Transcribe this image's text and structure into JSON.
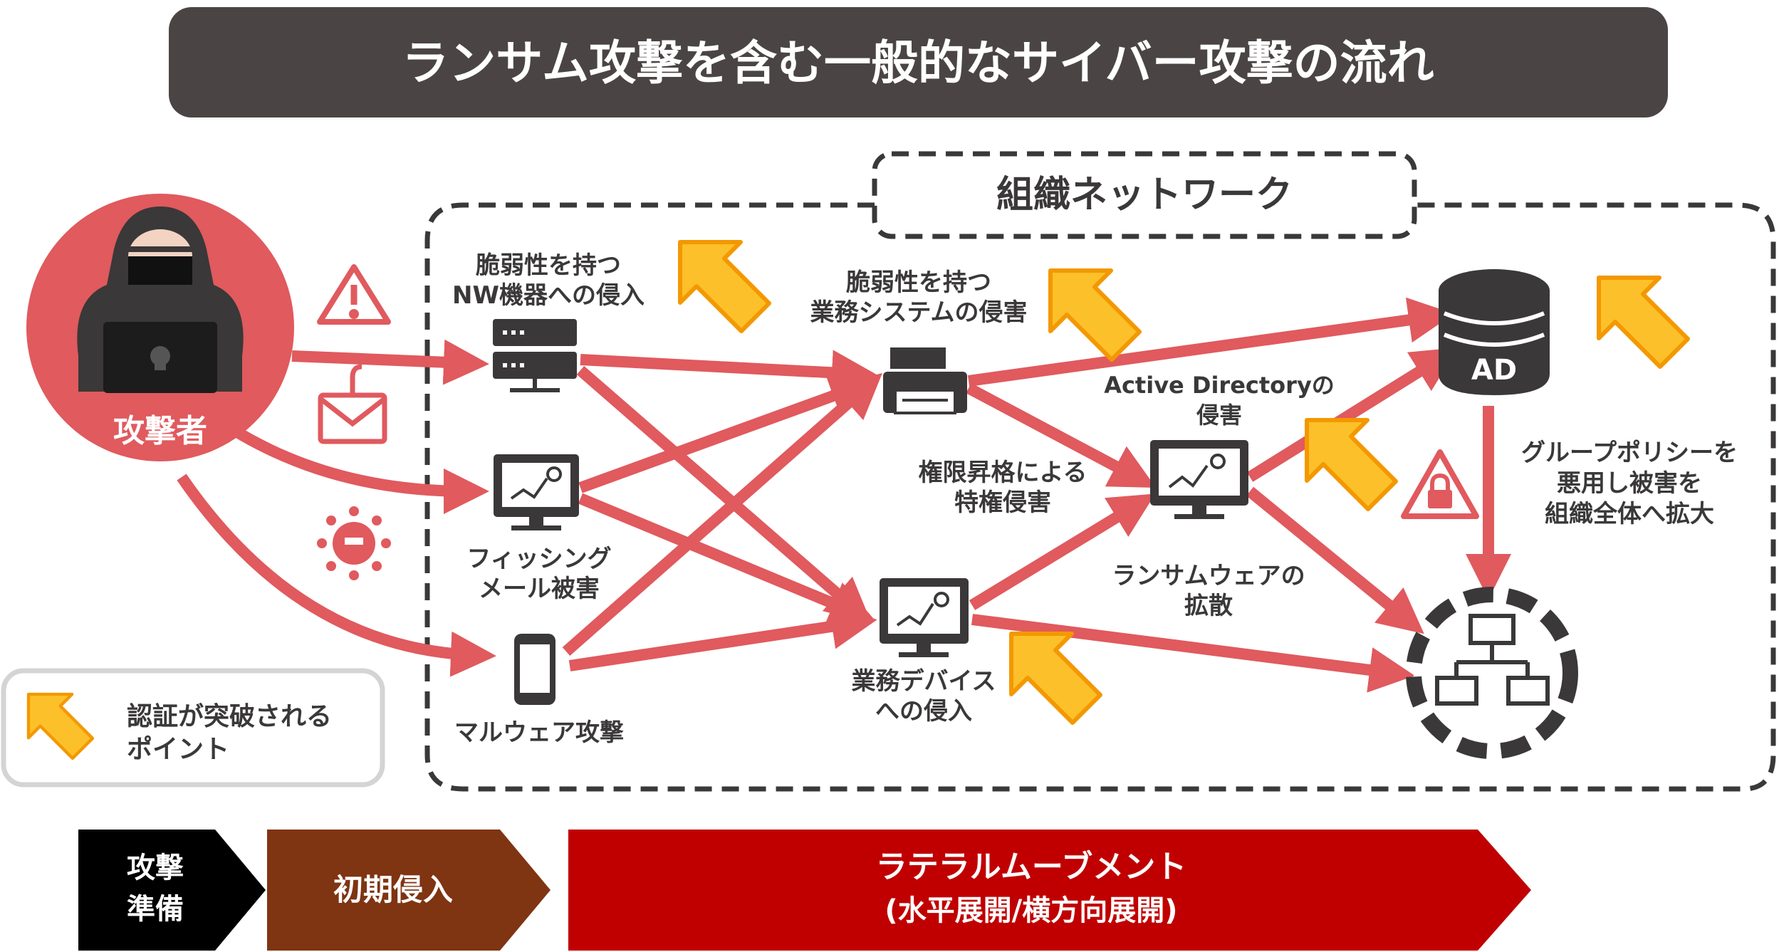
{
  "title": "ランサム攻撃を含む一般的なサイバー攻撃の流れ",
  "network_label": "組織ネットワーク",
  "attacker_label": "攻撃者",
  "nodes": {
    "nw_device": [
      "脆弱性を持つ",
      "NW機器への侵入"
    ],
    "phishing": [
      "フィッシング",
      "メール被害"
    ],
    "malware": [
      "マルウェア攻撃"
    ],
    "business_system": [
      "脆弱性を持つ",
      "業務システムの侵害"
    ],
    "privilege": [
      "権限昇格による",
      "特権侵害"
    ],
    "business_device": [
      "業務デバイス",
      "への侵入"
    ],
    "active_directory": [
      "Active Directoryの",
      "侵害"
    ],
    "ransomware": [
      "ランサムウェアの",
      "拡散"
    ],
    "group_policy": [
      "グループポリシーを",
      "悪用し被害を",
      "組織全体へ拡大"
    ],
    "ad_badge": "AD"
  },
  "legend": [
    "認証が突破される",
    "ポイント"
  ],
  "phases": {
    "prep": [
      "攻撃",
      "準備"
    ],
    "initial": [
      "初期侵入"
    ],
    "lateral": [
      "ラテラルムーブメント",
      "(水平展開/横方向展開)"
    ]
  },
  "colors": {
    "title_bg": "#4a4544",
    "attack_red": "#e05a5e",
    "icon_dark": "#3a3838",
    "highlight": "#fcc02a",
    "highlight_border": "#f39800",
    "phase_prep": "#000000",
    "phase_initial": "#7f3412",
    "phase_lateral": "#c00000"
  }
}
